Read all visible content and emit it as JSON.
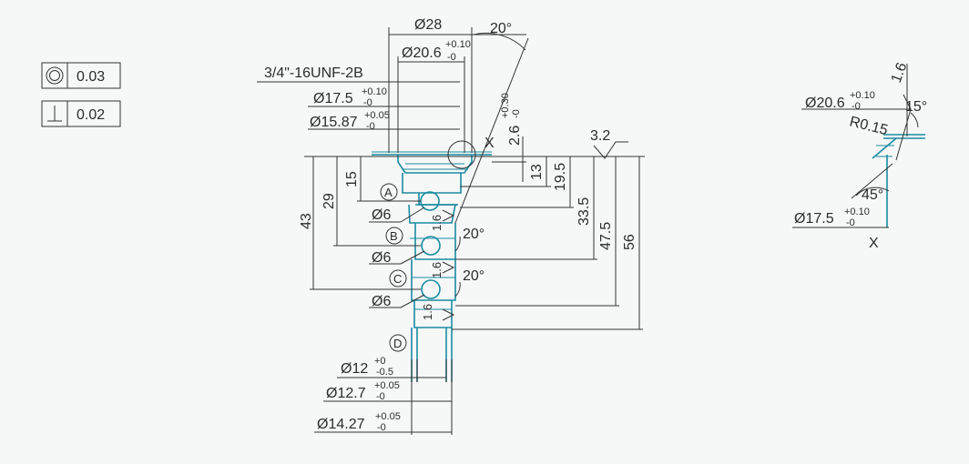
{
  "tolerances": [
    {
      "symbol": "concentricity-icon",
      "value": "0.03"
    },
    {
      "symbol": "perpendicularity-icon",
      "value": "0.02"
    }
  ],
  "main_view": {
    "thread": "3/4\"-16UNF-2B",
    "dia28": "Ø28",
    "dia20_6": {
      "base": "Ø20.6",
      "upper": "+0.10",
      "lower": "-0"
    },
    "dia17_5": {
      "base": "Ø17.5",
      "upper": "+0.10",
      "lower": "-0"
    },
    "dia15_87": {
      "base": "Ø15.87",
      "upper": "+0.05",
      "lower": "-0"
    },
    "angle_top": "20°",
    "depth_2_6": {
      "base": "2.6",
      "upper": "+0.30",
      "lower": "-0"
    },
    "detail_marker": "X",
    "surface_3_2": "3.2",
    "heights": [
      "13",
      "19.5",
      "33.5",
      "47.5",
      "56"
    ],
    "left_heights": [
      "43",
      "29",
      "15"
    ],
    "ports": [
      "A",
      "B",
      "C",
      "D"
    ],
    "hole_dia": "Ø6",
    "roughness_1_6": "1.6",
    "angle_20": "20°",
    "dia12": {
      "base": "Ø12",
      "upper": "+0",
      "lower": "-0.5"
    },
    "dia12_7": {
      "base": "Ø12.7",
      "upper": "+0.05",
      "lower": "-0"
    },
    "dia14_27": {
      "base": "Ø14.27",
      "upper": "+0.05",
      "lower": "-0"
    }
  },
  "detail_view": {
    "dia20_6": {
      "base": "Ø20.6",
      "upper": "+0.10",
      "lower": "-0"
    },
    "roughness": "1.6",
    "angle_15": "15°",
    "radius": "R0.15",
    "angle_45": "45°",
    "dia17_5": {
      "base": "Ø17.5",
      "upper": "+0.10",
      "lower": "-0"
    },
    "marker": "X"
  }
}
